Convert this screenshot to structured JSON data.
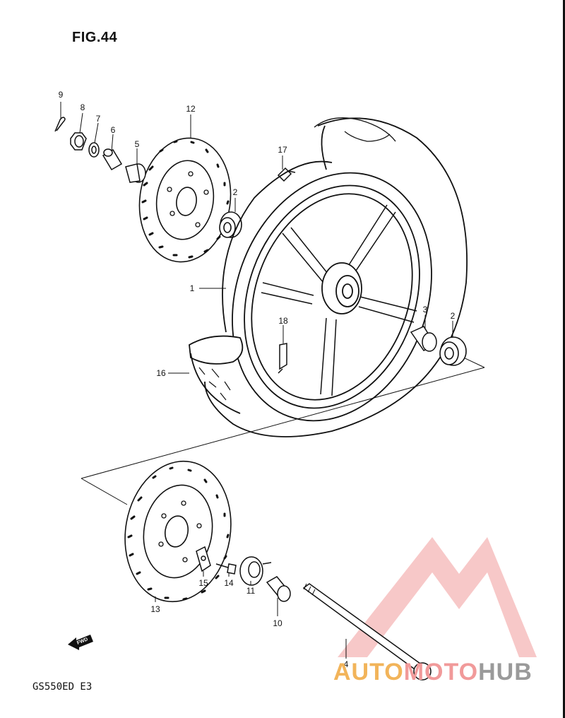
{
  "figure": {
    "title": "FIG.44",
    "model_code": "GS550ED E3",
    "fwd_label": "FWD"
  },
  "callouts": [
    {
      "id": "c9",
      "label": "9"
    },
    {
      "id": "c8",
      "label": "8"
    },
    {
      "id": "c7",
      "label": "7"
    },
    {
      "id": "c6",
      "label": "6"
    },
    {
      "id": "c5",
      "label": "5"
    },
    {
      "id": "c12",
      "label": "12"
    },
    {
      "id": "c17",
      "label": "17"
    },
    {
      "id": "c2a",
      "label": "2"
    },
    {
      "id": "c1",
      "label": "1"
    },
    {
      "id": "c18",
      "label": "18"
    },
    {
      "id": "c3",
      "label": "3"
    },
    {
      "id": "c2b",
      "label": "2"
    },
    {
      "id": "c16",
      "label": "16"
    },
    {
      "id": "c15",
      "label": "15"
    },
    {
      "id": "c14",
      "label": "14"
    },
    {
      "id": "c11",
      "label": "11"
    },
    {
      "id": "c10",
      "label": "10"
    },
    {
      "id": "c13",
      "label": "13"
    },
    {
      "id": "c4",
      "label": "4"
    }
  ],
  "watermark": {
    "part1": "AUTO",
    "part2": "MOTO",
    "part3": "HUB",
    "logo": "triangle-m-logo",
    "colors": {
      "orange": "#f2b45a",
      "pink": "#f19a9a",
      "gray": "#9a9a9a"
    }
  },
  "icons": {
    "fwd_arrow": "fwd-arrow-icon"
  }
}
